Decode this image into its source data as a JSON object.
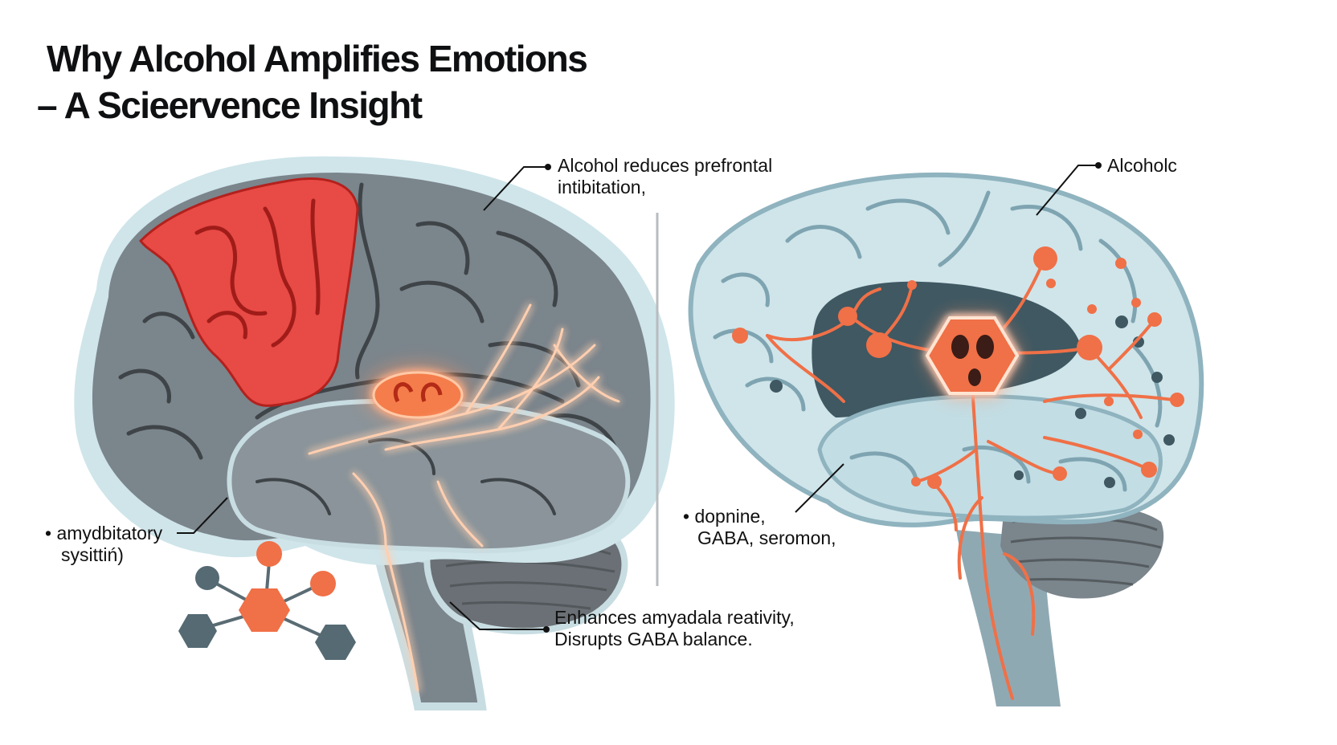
{
  "title": {
    "line1": "Why Alcohol Amplifies Emotions",
    "line2": "– A Scieervence Insight"
  },
  "labels": {
    "prefrontal": [
      "Alcohol reduces prefrontal",
      "intibitation,"
    ],
    "alcoholc": "Alcoholc",
    "amygdala_system": [
      "• amydbitatory",
      "sysittiń)"
    ],
    "neurotransmitters": [
      "• dopnine,",
      "GABA, seromon,"
    ],
    "amygdala_reactivity": [
      "Enhances amyadala reativity,",
      "Disrupts GABA balance."
    ]
  },
  "colors": {
    "prefrontal_red": "#e84a45",
    "brain_gray": "#7b858c",
    "halo_blue": "#cfe5ea",
    "neural_orange": "#f07047",
    "glow": "#ffb38c",
    "node_slate": "#556a73"
  },
  "icons": {
    "molecule": "molecule-icon",
    "alcohol_hexagon": "alcohol-hexagon-icon"
  }
}
